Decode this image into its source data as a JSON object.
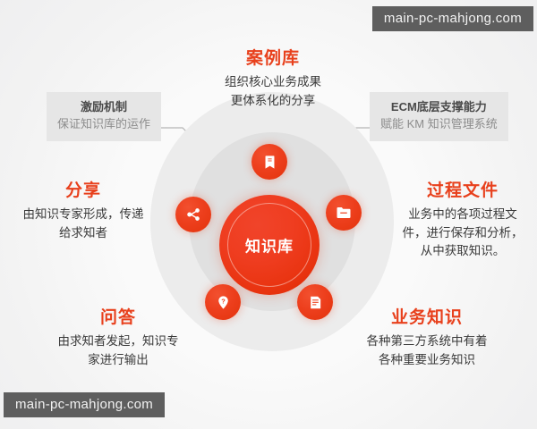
{
  "watermark": {
    "top_text": "main-pc-mahjong.com",
    "bottom_text": "main-pc-mahjong.com"
  },
  "core": {
    "label": "知识库"
  },
  "colors": {
    "accent_red": "#e8401c",
    "core_red": "#ee3c19",
    "ring_outer": "#ececec",
    "ring_middle": "#e0e0e0",
    "callout_bg": "#e6e6e6",
    "callout_title": "#4a4a4a",
    "callout_sub": "#8c8c8c",
    "body_text": "#3a3a3a",
    "watermark_bg": "#5e5e5e"
  },
  "callouts": [
    {
      "id": "incentive",
      "title": "激励机制",
      "subtitle": "保证知识库的运作"
    },
    {
      "id": "ecm",
      "title": "ECM底层支撑能力",
      "subtitle": "赋能 KM 知识管理系统"
    }
  ],
  "sections": [
    {
      "id": "case-library",
      "title": "案例库",
      "desc": "组织核心业务成果\n更体系化的分享",
      "icon": "bookmark-icon"
    },
    {
      "id": "share",
      "title": "分享",
      "desc": "由知识专家形成，传递\n给求知者",
      "icon": "share-icon"
    },
    {
      "id": "process-file",
      "title": "过程文件",
      "desc": "业务中的各项过程文\n件，进行保存和分析，\n从中获取知识。",
      "icon": "folder-icon"
    },
    {
      "id": "qa",
      "title": "问答",
      "desc": "由求知者发起，知识专\n家进行输出",
      "icon": "question-pin-icon"
    },
    {
      "id": "business-knowledge",
      "title": "业务知识",
      "desc": "各种第三方系统中有着\n各种重要业务知识",
      "icon": "document-icon"
    }
  ]
}
